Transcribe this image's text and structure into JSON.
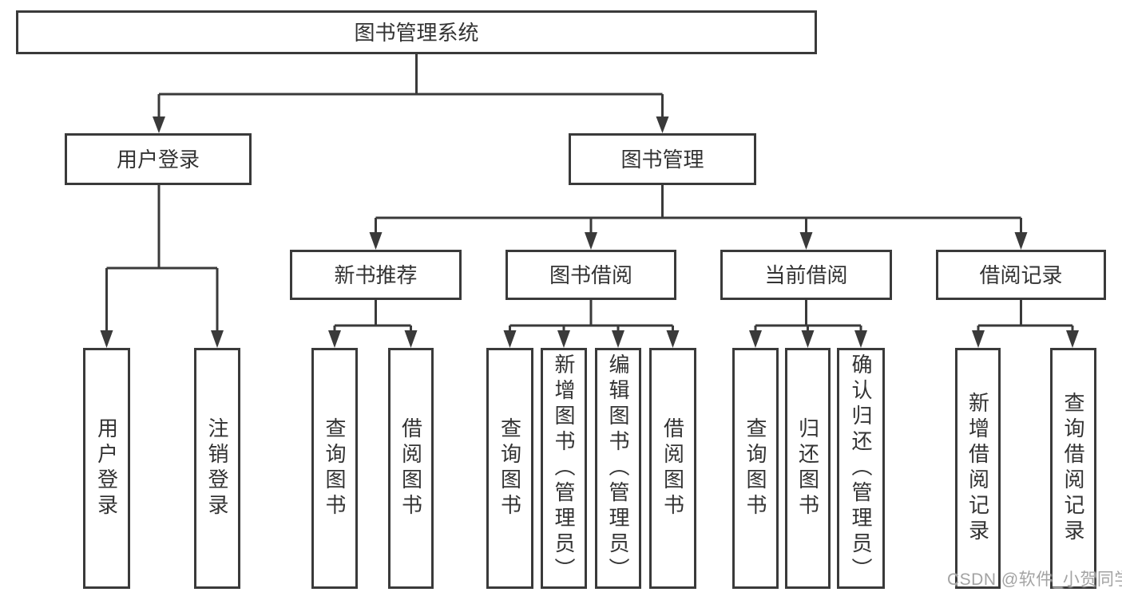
{
  "tree": {
    "root": "图书管理系统",
    "branches": [
      {
        "label": "用户登录",
        "children": [
          "用户登录",
          "注销登录"
        ]
      },
      {
        "label": "图书管理",
        "groups": [
          {
            "label": "新书推荐",
            "children": [
              "查询图书",
              "借阅图书"
            ]
          },
          {
            "label": "图书借阅",
            "children": [
              "查询图书",
              "新增图书（管理员）",
              "编辑图书（管理员）",
              "借阅图书"
            ]
          },
          {
            "label": "当前借阅",
            "children": [
              "查询图书",
              "归还图书",
              "确认归还（管理员）"
            ]
          },
          {
            "label": "借阅记录",
            "children": [
              "新增借阅记录",
              "查询借阅记录"
            ]
          }
        ]
      }
    ]
  },
  "watermark": {
    "text": "CSDN @软件_小贺同学"
  },
  "colors": {
    "line": "#3a3a3a",
    "text": "#333333",
    "background": "#ffffff",
    "watermark": "#a3a3a3"
  }
}
